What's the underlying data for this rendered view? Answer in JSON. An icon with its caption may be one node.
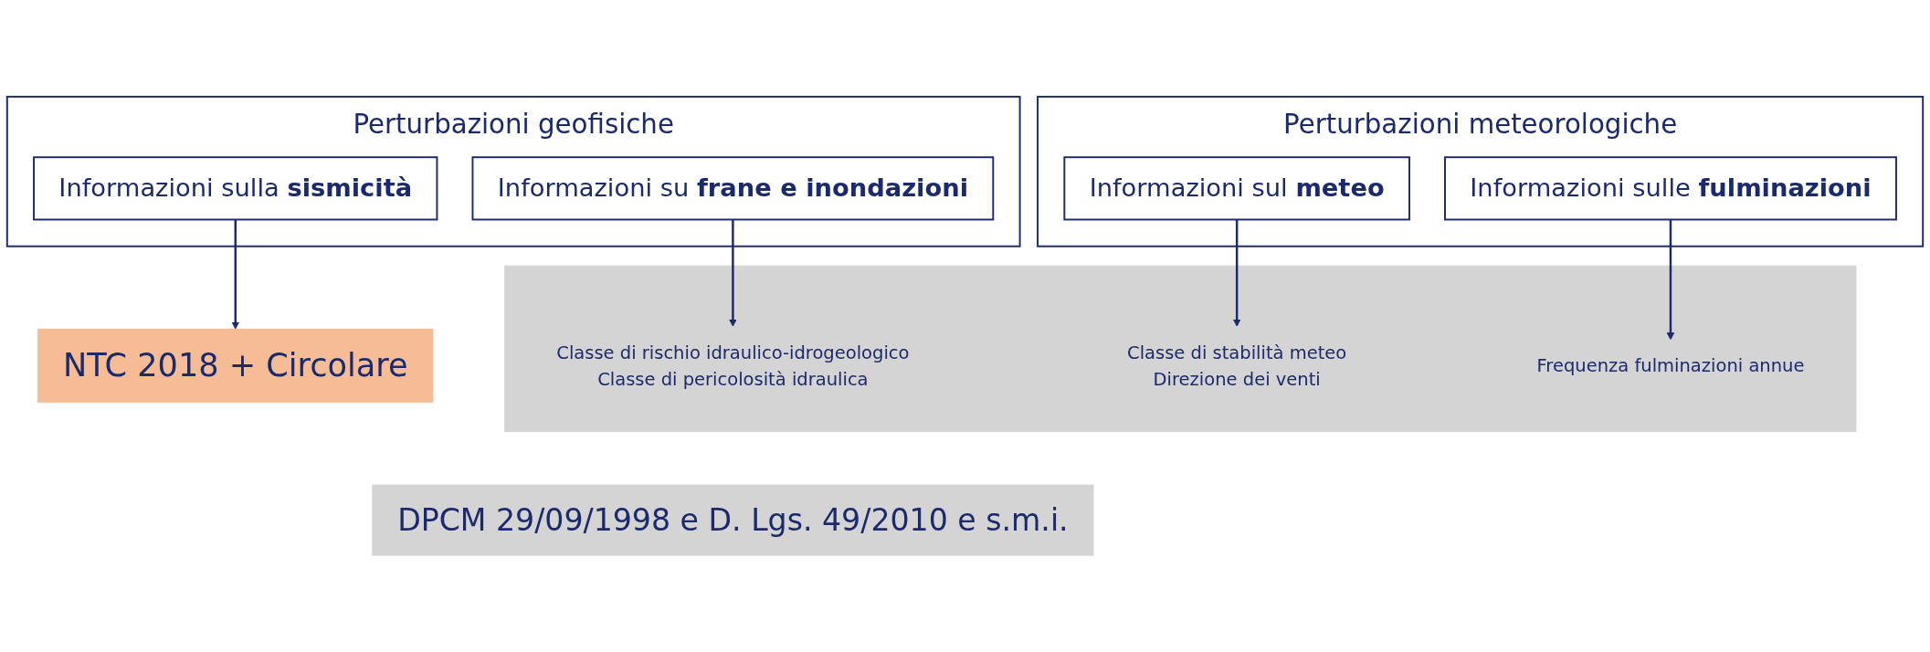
{
  "diagram": {
    "nodes": [
      {
        "text": [
          "Perturbazioni geofisiche"
        ]
      },
      {
        "text": [
          "Informazioni sulla **sismicità**"
        ],
        "in": 0
      },
      {
        "text": [
          "Informazioni su **frane e inondazioni**"
        ],
        "in": 0
      },
      {
        "text": [
          "Perturbazioni meteorologiche"
        ]
      },
      {
        "text": [
          "Informazioni sul **meteo**"
        ],
        "in": 3
      },
      {
        "text": [
          "Informazioni sulle **fulminazioni**"
        ],
        "in": 3
      },
      {
        "text": [
          "NTC 2018 + Circolare"
        ]
      },
      {
        "text": [],
        "shape": "bar"
      },
      {
        "text": [
          "Classe di rischio idraulico-idrogeologico",
          "Classe di pericolosità idraulica"
        ],
        "in": 7
      },
      {
        "text": [
          "Classe di stabilità meteo",
          "Direzione dei venti"
        ],
        "in": 7
      },
      {
        "text": [
          "Frequenza fulminazioni annue"
        ],
        "in": 7
      },
      {
        "text": [
          "DPCM 29/09/1998 e D. Lgs. 49/2010 e s.m.i."
        ]
      }
    ],
    "edges": [
      {
        "from": 1,
        "to": 6,
        "arrow": "to"
      },
      {
        "from": 2,
        "to": 8,
        "arrow": "to"
      },
      {
        "from": 4,
        "to": 9,
        "arrow": "to"
      },
      {
        "from": 5,
        "to": 10,
        "arrow": "to"
      }
    ]
  }
}
